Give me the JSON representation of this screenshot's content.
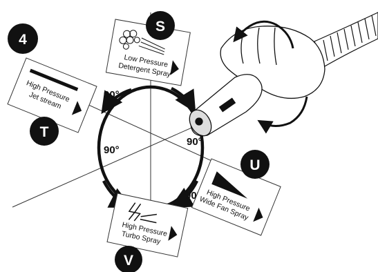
{
  "diagram": {
    "step_number": "4",
    "nozzle_positions": [
      {
        "letter": "S",
        "line1": "Low Pressure",
        "line2": "Detergent Spray"
      },
      {
        "letter": "T",
        "line1": "High Pressure",
        "line2": "Jet stream"
      },
      {
        "letter": "U",
        "line1": "High Pressure",
        "line2": "Wide Fan Spray"
      },
      {
        "letter": "V",
        "line1": "High Pressure",
        "line2": "Turbo Spray"
      }
    ],
    "rotation_labels": [
      "90°",
      "90°",
      "90°",
      "90°"
    ],
    "colors": {
      "ink": "#111111",
      "paper": "#ffffff",
      "rule": "#444444"
    }
  }
}
